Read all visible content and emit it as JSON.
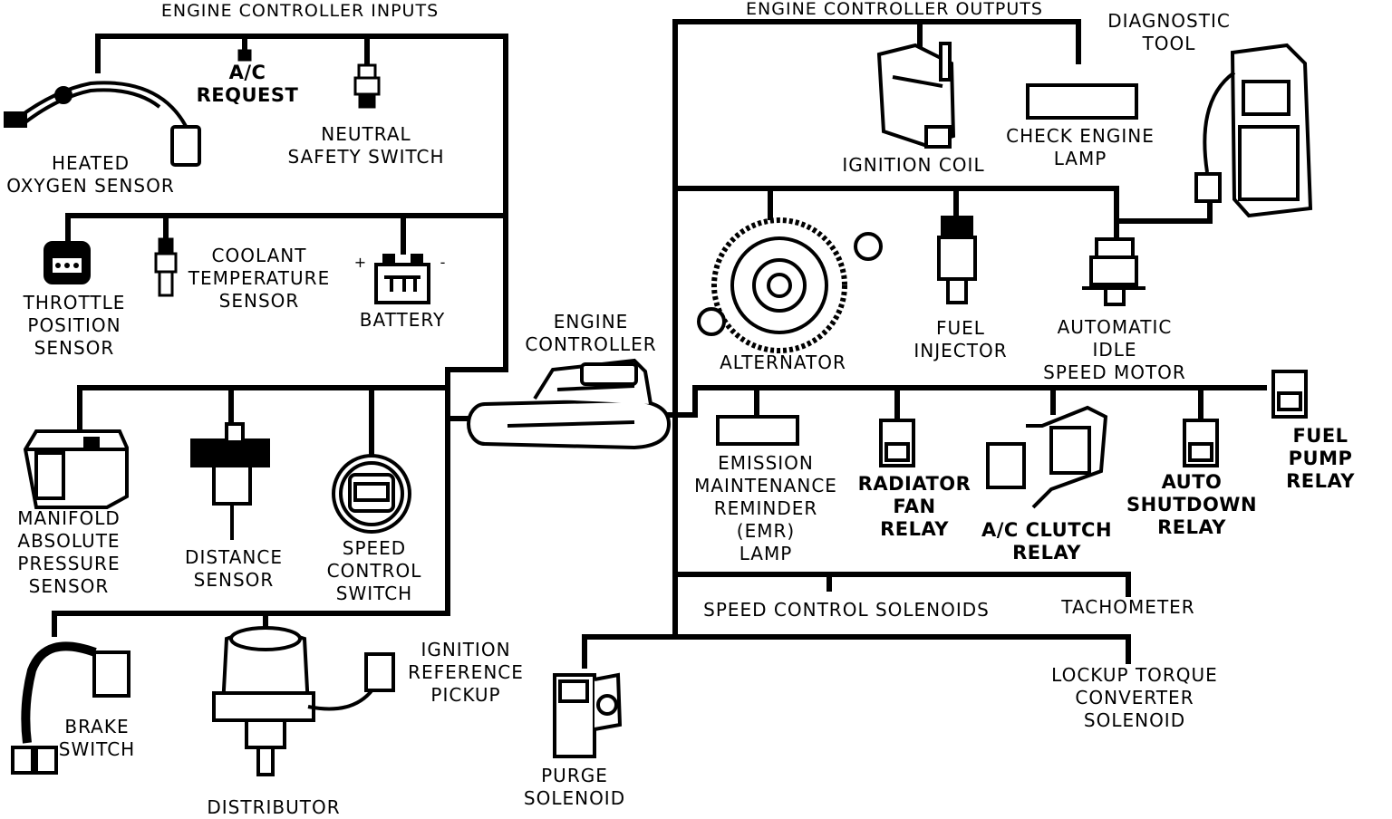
{
  "headings": {
    "inputs": "ENGINE CONTROLLER INPUTS",
    "outputs": "ENGINE CONTROLLER OUTPUTS"
  },
  "controller": {
    "label": "ENGINE\nCONTROLLER"
  },
  "inputs": {
    "heated_oxygen_sensor": "HEATED\nOXYGEN SENSOR",
    "ac_request": "A/C\nREQUEST",
    "neutral_safety_switch": "NEUTRAL\nSAFETY SWITCH",
    "throttle_position_sensor": "THROTTLE\nPOSITION\nSENSOR",
    "coolant_temperature_sensor": "COOLANT\nTEMPERATURE\nSENSOR",
    "battery": "BATTERY",
    "battery_plus": "+",
    "battery_minus": "-",
    "map_sensor": "MANIFOLD\nABSOLUTE\nPRESSURE\nSENSOR",
    "distance_sensor": "DISTANCE\nSENSOR",
    "speed_control_switch": "SPEED\nCONTROL\nSWITCH",
    "brake_switch": "BRAKE\nSWITCH",
    "distributor": "DISTRIBUTOR",
    "ignition_reference_pickup": "IGNITION\nREFERENCE\nPICKUP"
  },
  "outputs": {
    "ignition_coil": "IGNITION COIL",
    "check_engine_lamp": "CHECK ENGINE\nLAMP",
    "diagnostic_tool": "DIAGNOSTIC\nTOOL",
    "alternator": "ALTERNATOR",
    "fuel_injector": "FUEL\nINJECTOR",
    "automatic_idle_speed_motor": "AUTOMATIC\nIDLE\nSPEED MOTOR",
    "emr_lamp": "EMISSION\nMAINTENANCE\nREMINDER\n(EMR)\nLAMP",
    "radiator_fan_relay": "RADIATOR\nFAN\nRELAY",
    "ac_clutch_relay": "A/C CLUTCH\nRELAY",
    "auto_shutdown_relay": "AUTO\nSHUTDOWN\nRELAY",
    "fuel_pump_relay": "FUEL PUMP\nRELAY",
    "speed_control_solenoids": "SPEED CONTROL SOLENOIDS",
    "tachometer": "TACHOMETER",
    "lockup_torque_converter_solenoid": "LOCKUP TORQUE CONVERTER\nSOLENOID",
    "purge_solenoid": "PURGE\nSOLENOID"
  }
}
